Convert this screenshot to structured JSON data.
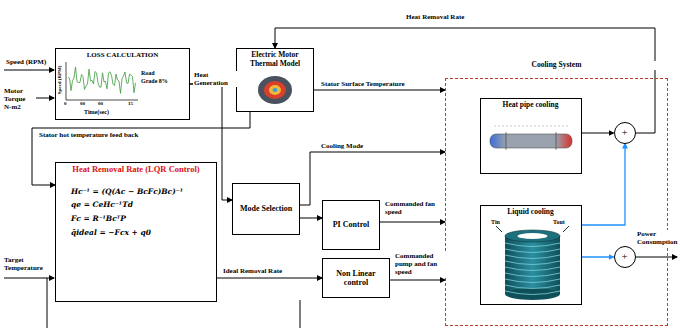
{
  "diagram": {
    "nodes": [
      {
        "text": [
          "LOSS CALCULATION"
        ]
      },
      {
        "text": [
          "Electric Motor Thermal Model"
        ]
      },
      {
        "text": [
          "Cooling System"
        ]
      },
      {
        "text": [
          "Heat pipe cooling"
        ],
        "in": 2
      },
      {
        "text": [
          "Liquid cooling"
        ],
        "in": 2
      },
      {
        "text": [
          "+"
        ],
        "in": 2
      },
      {
        "text": [
          "+"
        ],
        "in": 2
      },
      {
        "text": [
          "Heat Removal Rate (LQR Control)",
          "Hc⁻¹ = (Q(Ac − BcFc)Bc)⁻¹",
          "qe = CeHc⁻¹Td",
          "Fc = R⁻¹BcᵀP",
          "q̄ideal = −Fcx + q0"
        ]
      },
      {
        "text": [
          "Mode Selection"
        ]
      },
      {
        "text": [
          "PI Control"
        ]
      },
      {
        "text": [
          "Non Linear control"
        ]
      }
    ],
    "edges": [
      {
        "from": 0,
        "to": 1,
        "label": "Heat Generation",
        "arrow": "to"
      },
      {
        "from": 1,
        "to": 2,
        "label": "Stator Surface Temperature",
        "arrow": "to"
      },
      {
        "from": 0,
        "to": 8,
        "arrow": "to"
      },
      {
        "from": 1,
        "to": 7,
        "label": "Stator hot temperature feed back",
        "arrow": "to"
      },
      {
        "from": 8,
        "to": 2,
        "label": "Cooling Mode",
        "arrow": "to"
      },
      {
        "from": 8,
        "to": 9,
        "arrow": "to"
      },
      {
        "from": 9,
        "to": 2,
        "label": "Commanded fan speed",
        "arrow": "to"
      },
      {
        "from": 7,
        "to": 10,
        "label": "Ideal Removal Rate",
        "arrow": "to"
      },
      {
        "from": 10,
        "to": 2,
        "label": "Commanded pump and fan speed",
        "arrow": "to"
      },
      {
        "from": 3,
        "to": 5,
        "arrow": "to"
      },
      {
        "from": 4,
        "to": 5,
        "arrow": "to"
      },
      {
        "from": 4,
        "to": 6,
        "arrow": "to"
      },
      {
        "from": 5,
        "to": 1,
        "label": "Heat Removal Rate",
        "arrow": "to"
      }
    ],
    "labels": [
      "Speed (RPM)",
      "Motor Torque N-m2",
      "Road",
      "Grade 8%",
      "Time(sec)",
      "0",
      "00",
      "00",
      "15",
      "Speed (RPM)",
      "Target Temperature",
      "Power Consumption",
      "Tin",
      "Tout"
    ]
  }
}
